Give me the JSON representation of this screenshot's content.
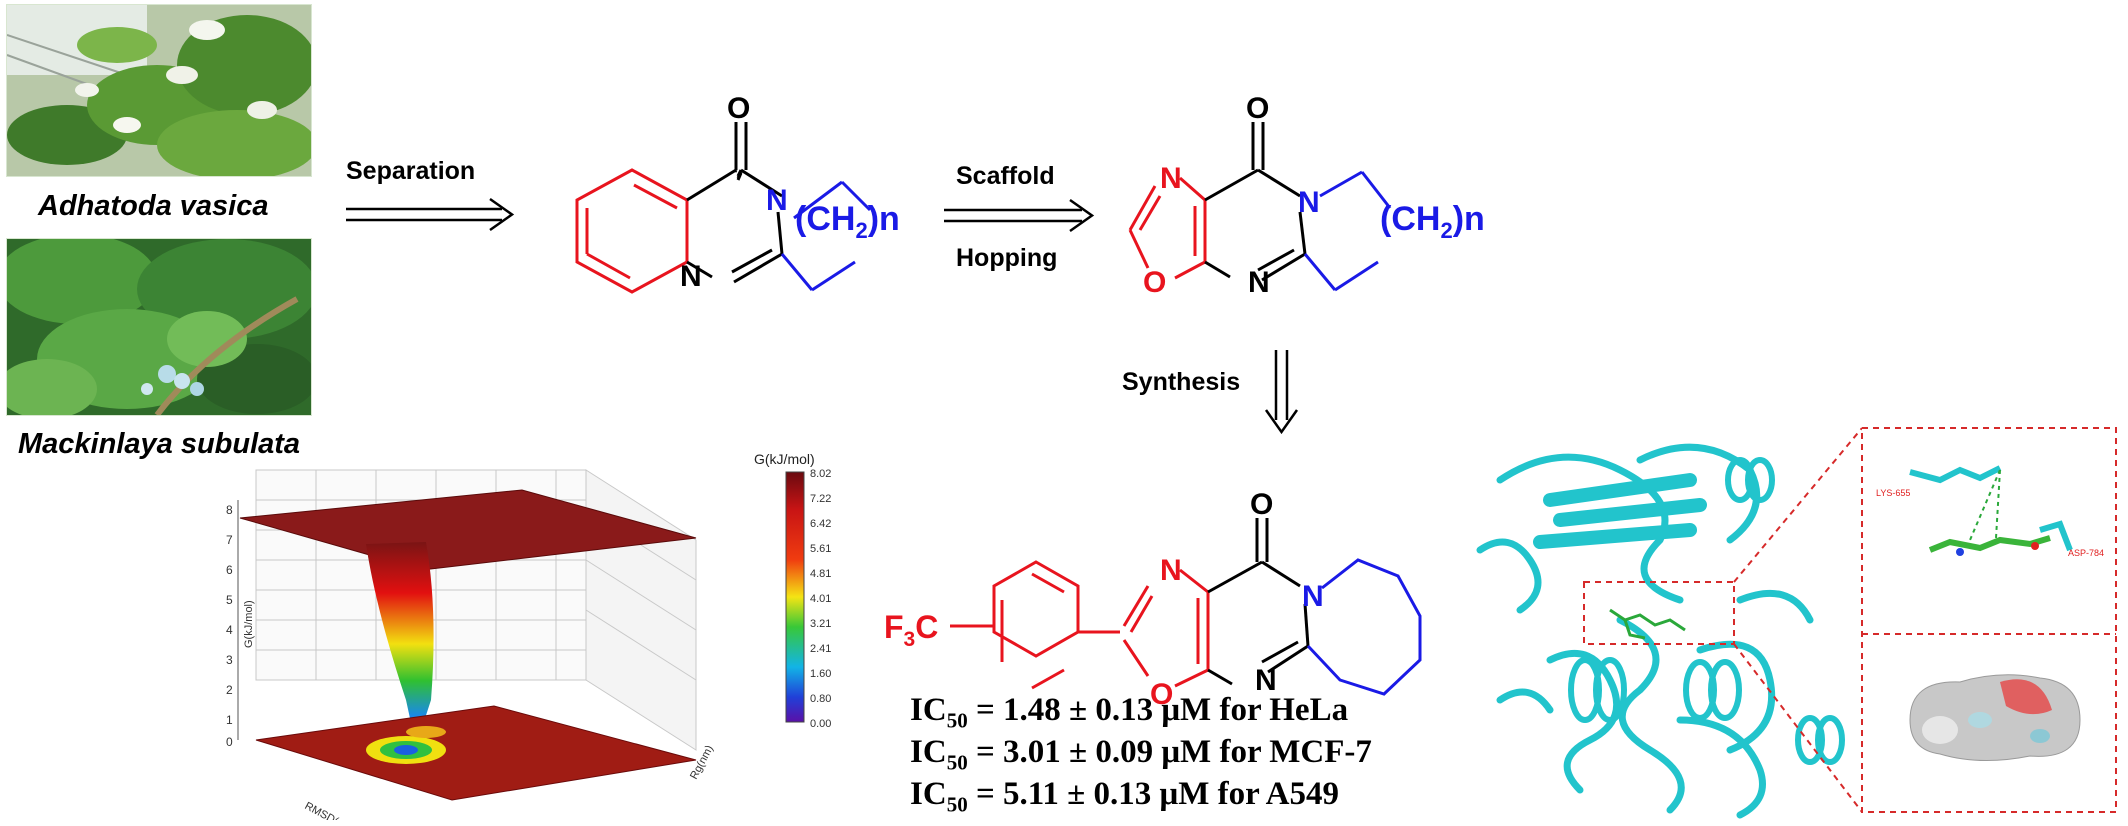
{
  "plants": [
    {
      "name": "Adhatoda vasica"
    },
    {
      "name": "Mackinlaya subulata"
    }
  ],
  "steps": {
    "separation": "Separation",
    "scaffold_1": "Scaffold",
    "scaffold_2": "Hopping",
    "synthesis": "Synthesis"
  },
  "molecule_labels": {
    "oxygen": "O",
    "nitrogen": "N",
    "ch2n_open": "(CH",
    "ch2n_sub": "2",
    "ch2n_close": ")n",
    "cf3_f": "F",
    "cf3_sub": "3",
    "cf3_c": "C"
  },
  "ic50": [
    {
      "label": "IC",
      "sub": "50",
      "text": " = 1.48 ± 0.13 μM for HeLa"
    },
    {
      "label": "IC",
      "sub": "50",
      "text": " = 3.01 ± 0.09 μM for MCF-7"
    },
    {
      "label": "IC",
      "sub": "50",
      "text": " = 5.11 ± 0.13 μM for A549"
    }
  ],
  "energy_plot": {
    "colorbar_title": "G(kJ/mol)",
    "colorbar_ticks": [
      "8.02",
      "7.22",
      "6.42",
      "5.61",
      "4.81",
      "4.01",
      "3.21",
      "2.41",
      "1.60",
      "0.80",
      "0.00"
    ],
    "z_ticks": [
      "8",
      "7",
      "6",
      "5",
      "4",
      "3",
      "2",
      "1",
      "0"
    ],
    "z_label": "G(kJ/mol)",
    "x_label": "RMSD(nm)",
    "y_label": "Rg(nm)"
  },
  "docking": {
    "residue_1": "LYS-655",
    "residue_2": "ASP-784"
  },
  "colors": {
    "red": "#e8141e",
    "blue": "#1a1ae6",
    "cyan": "#22c4cc",
    "dash": "#d62a2a"
  }
}
